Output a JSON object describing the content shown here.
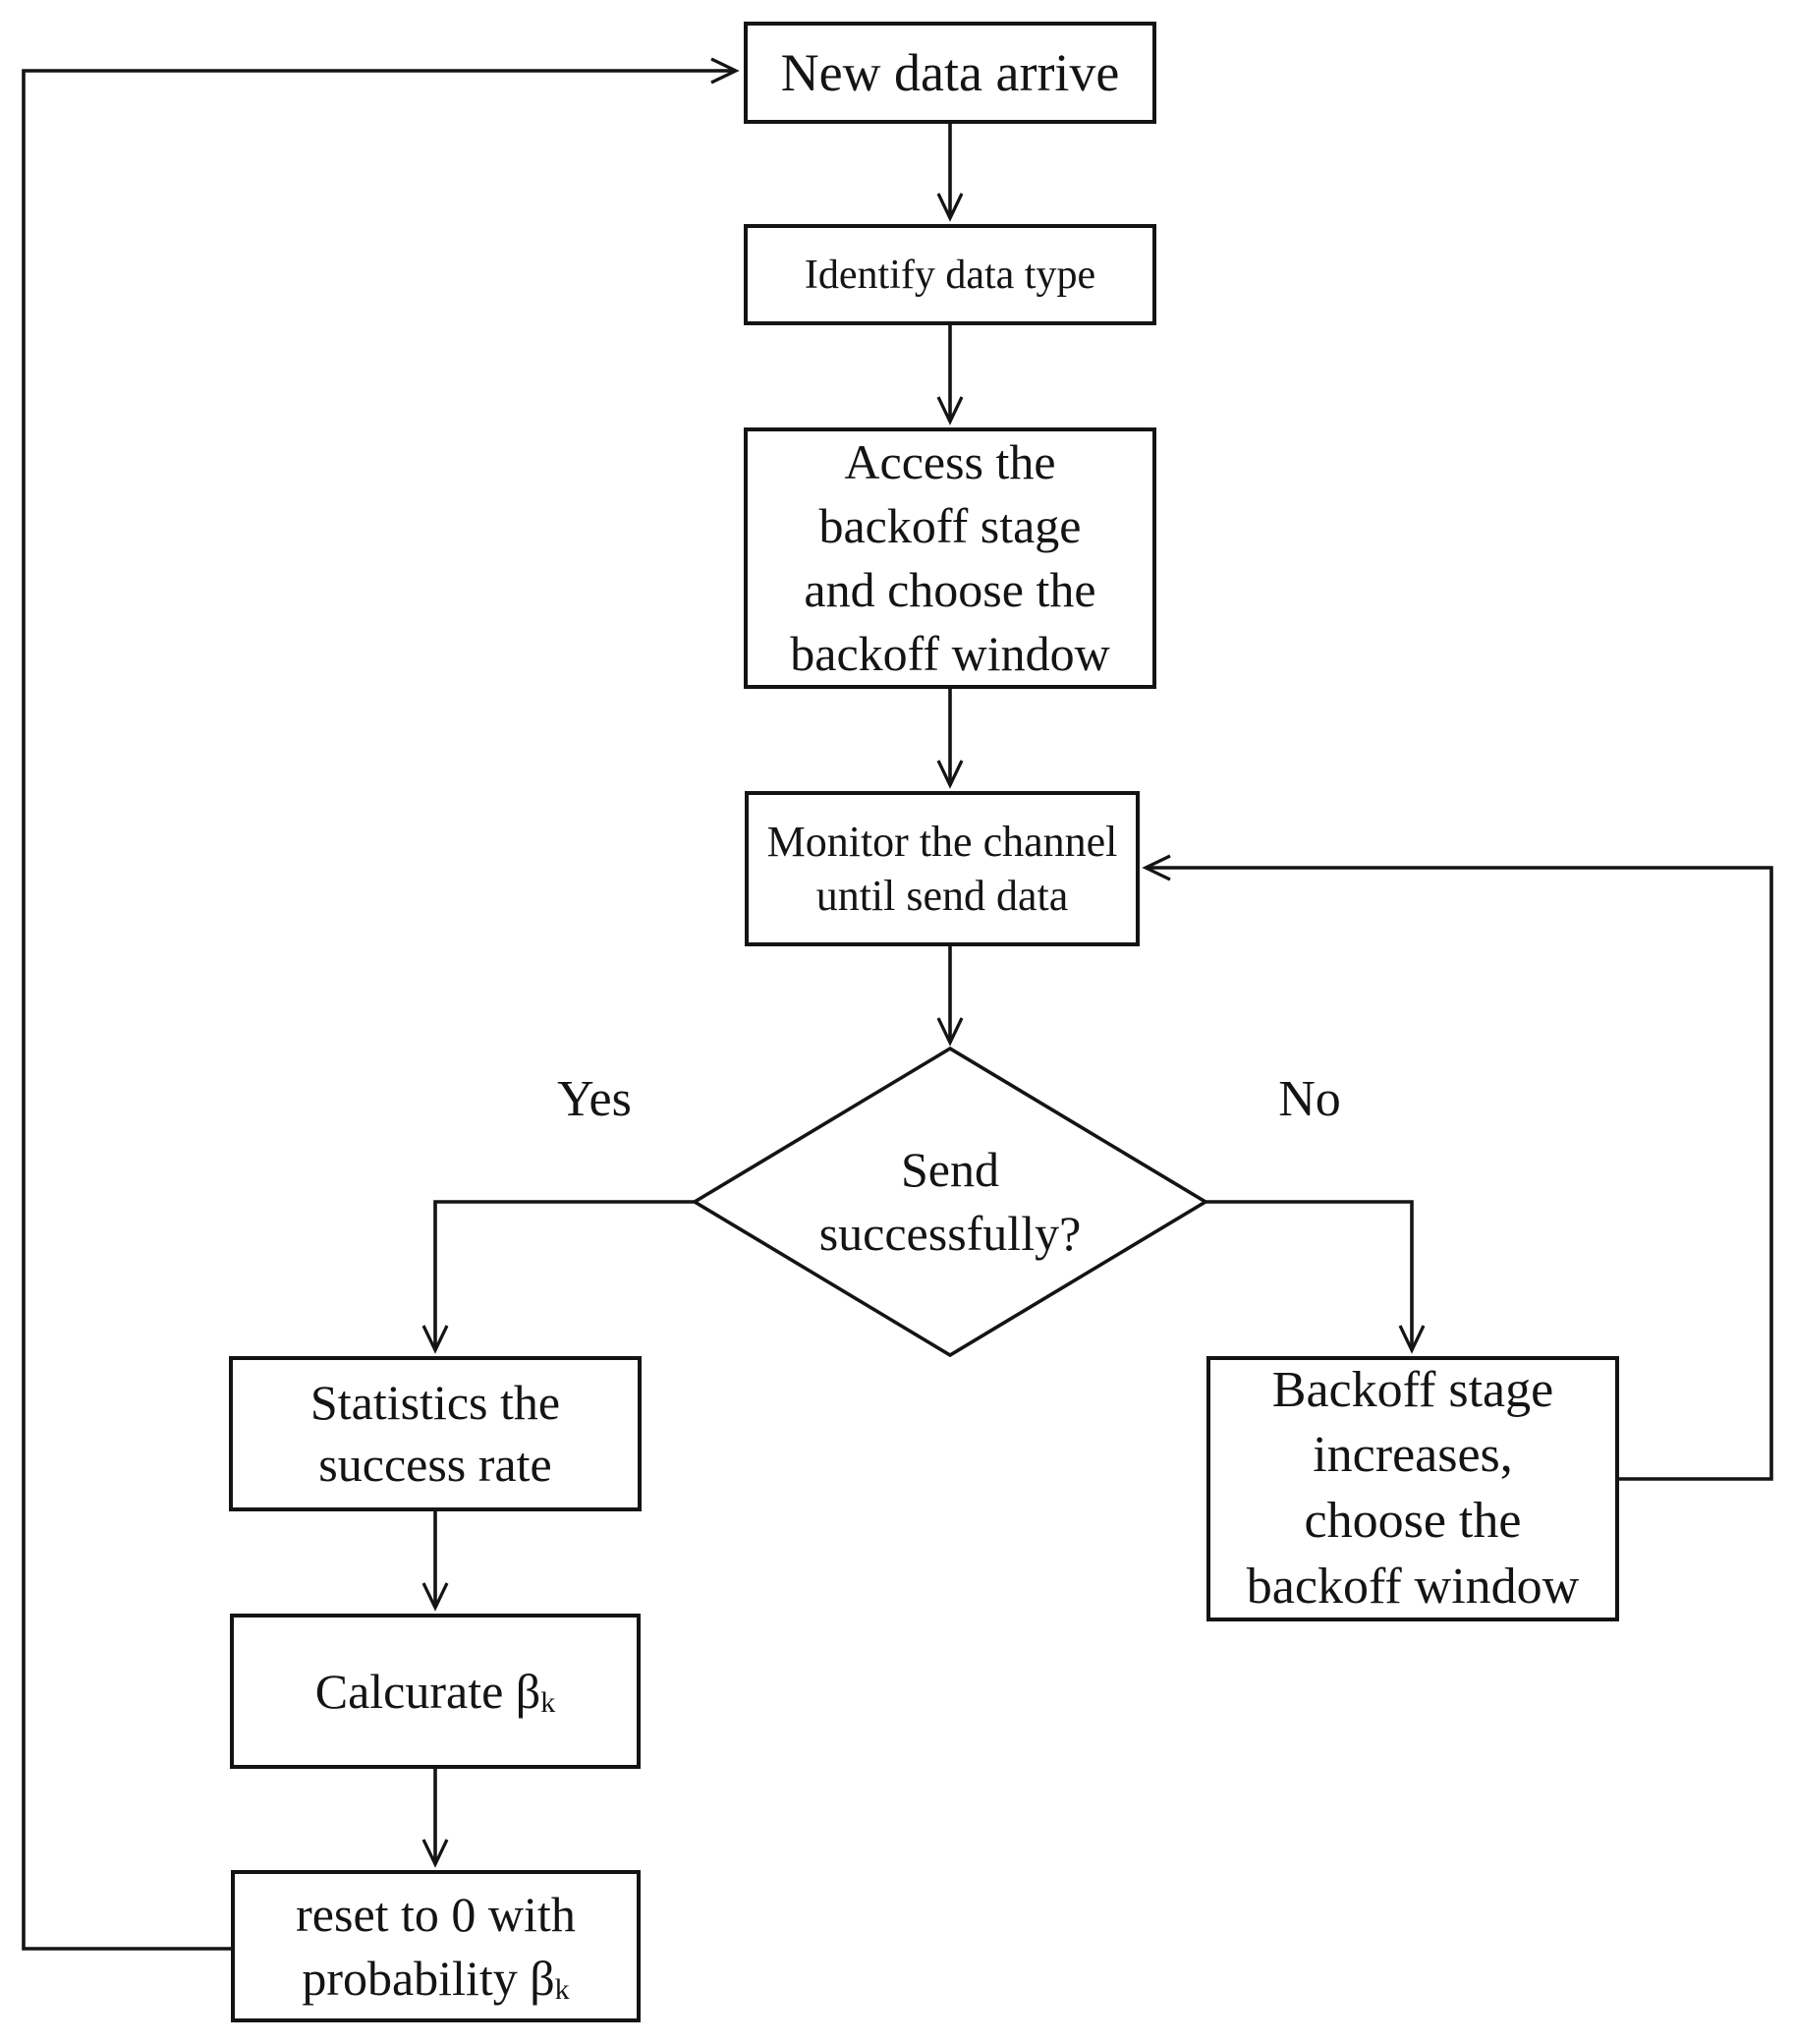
{
  "diagram": {
    "type": "flowchart",
    "colors": {
      "line": "#141414",
      "background": "#ffffff",
      "text": "#141414"
    },
    "nodes": {
      "new_data": {
        "label": "New data arrive"
      },
      "identify": {
        "label": "Identify data type"
      },
      "access": {
        "label": "Access the\nbackoff stage\nand choose the\nbackoff window"
      },
      "monitor": {
        "label": "Monitor the channel\nuntil send data"
      },
      "decision": {
        "label": "Send\nsuccessfully?"
      },
      "statistics": {
        "label": "Statistics the\nsuccess rate"
      },
      "calculate": {
        "label": "Calcurate β",
        "subscript": "k"
      },
      "reset": {
        "line1": "reset to 0 with",
        "line2": "probability β",
        "subscript": "k"
      },
      "backoff": {
        "label": "Backoff stage\nincreases,\nchoose the\nbackoff window"
      }
    },
    "edge_labels": {
      "yes": "Yes",
      "no": "No"
    }
  }
}
